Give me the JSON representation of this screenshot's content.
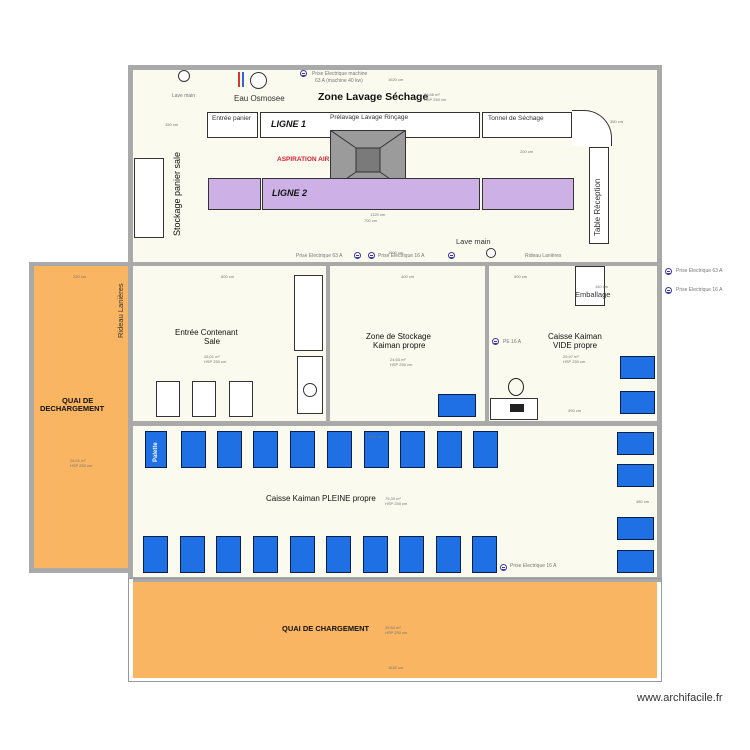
{
  "watermark": "www.archifacile.fr",
  "zones": {
    "lavage": {
      "title": "Zone Lavage Séchage",
      "area": "98,66 m²",
      "hsp": "HSP 250 cm"
    },
    "entree": {
      "title_1": "Entrée Contenant",
      "title_2": "Sale",
      "area": "28,01 m²",
      "hsp": "HSP 250 cm"
    },
    "stockage": {
      "title_1": "Zone de Stockage",
      "title_2": "Kaiman propre",
      "area": "24,63 m²",
      "hsp": "HSP 250 cm"
    },
    "vide": {
      "title_1": "Caisse Kaiman",
      "title_2": "VIDE propre",
      "area": "25,97 m²",
      "hsp": "HSP 250 cm"
    },
    "pleine": {
      "title": "Caisse Kaiman PLEINE propre",
      "area": "79,39 m²",
      "hsp": "HSP 250 cm"
    },
    "quai_dechargement": {
      "title_1": "QUAI DE",
      "title_2": "DECHARGEMENT",
      "area": "26,01 m²",
      "hsp": "HSP 250 cm"
    },
    "quai_chargement": {
      "title": "QUAI DE CHARGEMENT",
      "area": "49,54 m²",
      "hsp": "HSP 250 cm"
    }
  },
  "labels": {
    "eau_osmosee": "Eau Osmosee",
    "lave_main_top": "Lave main",
    "lave_main_mid": "Lave main",
    "prise_machine_1": "Prise Electrique machine",
    "prise_machine_2": "63 A (machine 40 kw)",
    "ligne1": "LIGNE 1",
    "ligne2": "LIGNE 2",
    "entree_panier": "Entrée panier",
    "prelavage": "Prélavage Lavage Rinçage",
    "tunnel": "Tonnel de Séchage",
    "aspiration": "ASPIRATION AIR",
    "stockage_panier": "Stockage panier sale",
    "table_reception": "Table Réception",
    "prise_63_mid": "Prise Electrique 63 A",
    "prise_16_mid": "Prise Electrique 16 A",
    "rideau_top": "Rideau Lanières",
    "rideau_left": "Rideau Lanières",
    "prise_63_right": "Prise Electrique 63 A",
    "prise_16_right": "Prise Electrique 16 A",
    "emballage": "Emballage",
    "pe_16": "PE 16 A",
    "prise_16_bottom": "Prise Electrique 16 A",
    "palette": "Palette"
  },
  "dimensions": {
    "d1": "1620 cm",
    "d2": "150 cm",
    "d3": "200 cm",
    "d4": "1320 cm",
    "d5": "600 cm",
    "d6": "400 cm",
    "d7": "500 cm",
    "d8": "1500 cm",
    "d9": "160 cm",
    "d10": "350 cm",
    "d11": "1600 cm",
    "d12": "1632 cm",
    "d13": "700 cm",
    "d14": "230 cm",
    "d15": "480 cm",
    "d16": "390 cm"
  },
  "colors": {
    "wall": "#a9a9a9",
    "orange": "#f9b561",
    "floor": "#fbfaee",
    "blue": "#1f6fe5",
    "purple": "#cdb1e6",
    "grey_machine": "#9b9b9b"
  }
}
